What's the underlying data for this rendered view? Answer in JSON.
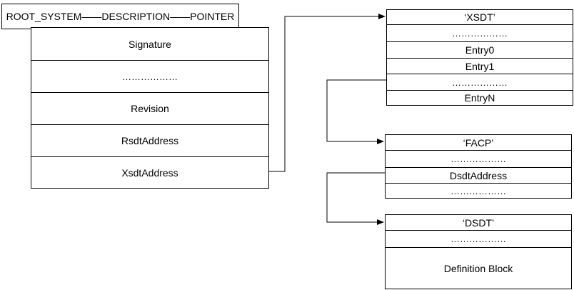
{
  "rsdp": {
    "title": "ROOT_SYSTEM——DESCRIPTION——POINTER",
    "fields": [
      "Signature",
      "………………",
      "Revision",
      "RsdtAddress",
      "XsdtAddress"
    ]
  },
  "xsdt": {
    "fields": [
      "‘XSDT’",
      "………………",
      "Entry0",
      "Entry1",
      "………………",
      "EntryN"
    ]
  },
  "facp": {
    "fields": [
      "‘FACP’",
      "………………",
      "DsdtAddress",
      "………………"
    ]
  },
  "dsdt": {
    "fields": [
      "‘DSDT’",
      "………………",
      "Definition Block"
    ]
  }
}
